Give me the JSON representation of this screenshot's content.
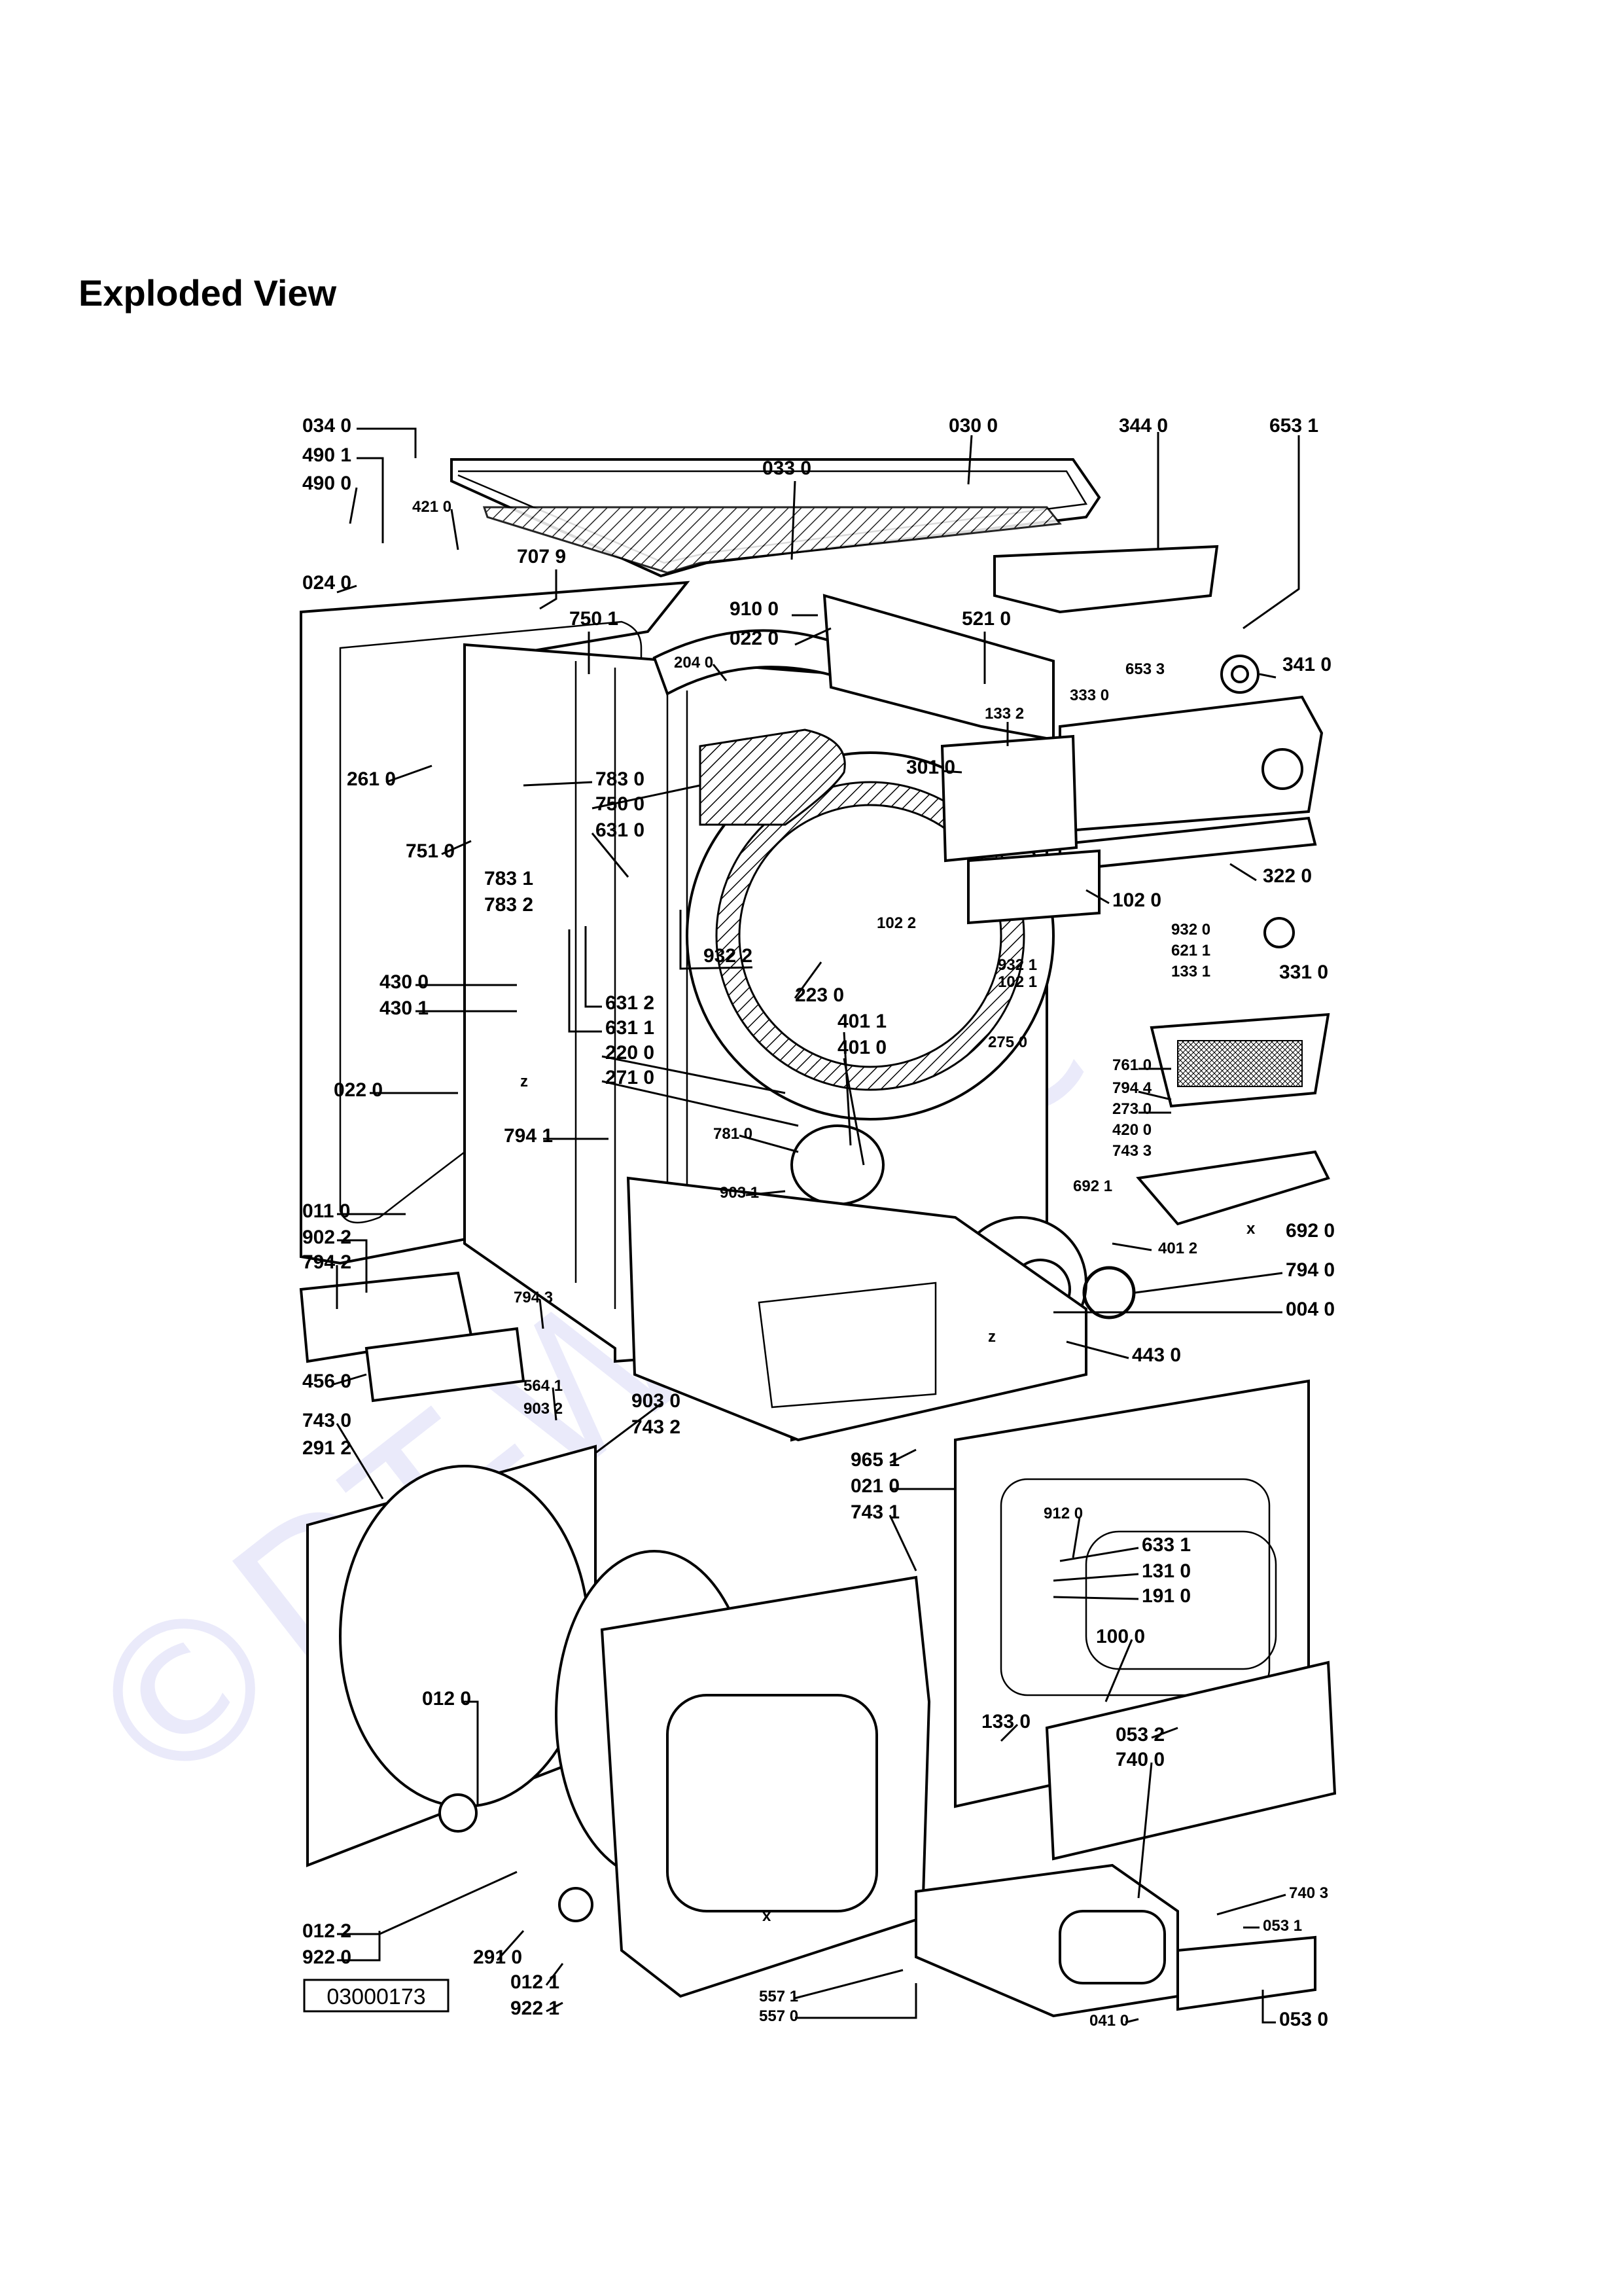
{
  "page": {
    "title": "Exploded View",
    "drawing_number": "03000173",
    "watermark": "©DT-Wichzc"
  },
  "labels": [
    {
      "id": "l0340",
      "text": "034 0"
    },
    {
      "id": "l4901",
      "text": "490 1"
    },
    {
      "id": "l4900",
      "text": "490 0"
    },
    {
      "id": "l4210",
      "text": "421 0"
    },
    {
      "id": "l0240",
      "text": "024 0"
    },
    {
      "id": "l7079",
      "text": "707 9"
    },
    {
      "id": "l0330",
      "text": "033 0"
    },
    {
      "id": "l0300",
      "text": "030 0"
    },
    {
      "id": "l3440",
      "text": "344 0"
    },
    {
      "id": "l6531",
      "text": "653 1"
    },
    {
      "id": "l7501",
      "text": "750 1"
    },
    {
      "id": "l9100",
      "text": "910 0"
    },
    {
      "id": "l0220a",
      "text": "022 0"
    },
    {
      "id": "l5210",
      "text": "521 0"
    },
    {
      "id": "l2040",
      "text": "204 0"
    },
    {
      "id": "l6533",
      "text": "653 3"
    },
    {
      "id": "l3330",
      "text": "333 0"
    },
    {
      "id": "l3410",
      "text": "341 0"
    },
    {
      "id": "l1332",
      "text": "133 2"
    },
    {
      "id": "l2610",
      "text": "261 0"
    },
    {
      "id": "l7830",
      "text": "783 0"
    },
    {
      "id": "l7500",
      "text": "750 0"
    },
    {
      "id": "l3010",
      "text": "301 0"
    },
    {
      "id": "l6310",
      "text": "631 0"
    },
    {
      "id": "l7510",
      "text": "751 0"
    },
    {
      "id": "l7831",
      "text": "783 1"
    },
    {
      "id": "l7832",
      "text": "783 2"
    },
    {
      "id": "l3220",
      "text": "322 0"
    },
    {
      "id": "l1020",
      "text": "102 0"
    },
    {
      "id": "l1022",
      "text": "102 2"
    },
    {
      "id": "l9320",
      "text": "932 0"
    },
    {
      "id": "l6211",
      "text": "621 1"
    },
    {
      "id": "l1331",
      "text": "133 1"
    },
    {
      "id": "l3310",
      "text": "331 0"
    },
    {
      "id": "l9322",
      "text": "932 2"
    },
    {
      "id": "l9321",
      "text": "932 1"
    },
    {
      "id": "l1021",
      "text": "102 1"
    },
    {
      "id": "l4300",
      "text": "430 0"
    },
    {
      "id": "l4301",
      "text": "430 1"
    },
    {
      "id": "l2230",
      "text": "223 0"
    },
    {
      "id": "l6312",
      "text": "631 2"
    },
    {
      "id": "l6311",
      "text": "631 1"
    },
    {
      "id": "l2200",
      "text": "220 0"
    },
    {
      "id": "l2710",
      "text": "271 0"
    },
    {
      "id": "l4011",
      "text": "401 1"
    },
    {
      "id": "l4010",
      "text": "401 0"
    },
    {
      "id": "l2750",
      "text": "275 0"
    },
    {
      "id": "l7610",
      "text": "761 0"
    },
    {
      "id": "l7944",
      "text": "794 4"
    },
    {
      "id": "l2730",
      "text": "273 0"
    },
    {
      "id": "l4200",
      "text": "420 0"
    },
    {
      "id": "l7433",
      "text": "743 3"
    },
    {
      "id": "l0220b",
      "text": "022 0"
    },
    {
      "id": "l7941",
      "text": "794 1"
    },
    {
      "id": "l7810",
      "text": "781 0"
    },
    {
      "id": "l6921",
      "text": "692 1"
    },
    {
      "id": "l9031",
      "text": "903 1"
    },
    {
      "id": "l4012",
      "text": "401 2"
    },
    {
      "id": "l6920",
      "text": "692 0"
    },
    {
      "id": "l7940",
      "text": "794 0"
    },
    {
      "id": "l0040",
      "text": "004 0"
    },
    {
      "id": "l0110",
      "text": "011 0"
    },
    {
      "id": "l9022",
      "text": "902 2"
    },
    {
      "id": "l7942",
      "text": "794 2"
    },
    {
      "id": "l7943",
      "text": "794 3"
    },
    {
      "id": "l4430",
      "text": "443 0"
    },
    {
      "id": "l4560",
      "text": "456 0"
    },
    {
      "id": "l5641",
      "text": "564 1"
    },
    {
      "id": "l9030",
      "text": "903 0"
    },
    {
      "id": "l9032",
      "text": "903 2"
    },
    {
      "id": "l7432",
      "text": "743 2"
    },
    {
      "id": "l7430",
      "text": "743 0"
    },
    {
      "id": "l2912",
      "text": "291 2"
    },
    {
      "id": "l9651",
      "text": "965 1"
    },
    {
      "id": "l0210",
      "text": "021 0"
    },
    {
      "id": "l7431",
      "text": "743 1"
    },
    {
      "id": "l9120",
      "text": "912 0"
    },
    {
      "id": "l6331",
      "text": "633 1"
    },
    {
      "id": "l1310",
      "text": "131 0"
    },
    {
      "id": "l1910",
      "text": "191 0"
    },
    {
      "id": "l1000",
      "text": "100 0"
    },
    {
      "id": "l0120",
      "text": "012 0"
    },
    {
      "id": "l1330",
      "text": "133 0"
    },
    {
      "id": "l0532",
      "text": "053 2"
    },
    {
      "id": "l7400",
      "text": "740 0"
    },
    {
      "id": "l7403",
      "text": "740 3"
    },
    {
      "id": "l0122",
      "text": "012 2"
    },
    {
      "id": "l9220",
      "text": "922 0"
    },
    {
      "id": "l2910",
      "text": "291 0"
    },
    {
      "id": "l0121",
      "text": "012 1"
    },
    {
      "id": "l9221",
      "text": "922 1"
    },
    {
      "id": "l0531",
      "text": "053 1"
    },
    {
      "id": "l5571",
      "text": "557 1"
    },
    {
      "id": "l5570",
      "text": "557 0"
    },
    {
      "id": "l0410",
      "text": "041 0"
    },
    {
      "id": "l0530",
      "text": "053 0"
    },
    {
      "id": "lz1",
      "text": "z"
    },
    {
      "id": "lz2",
      "text": "z"
    },
    {
      "id": "lx1",
      "text": "x"
    },
    {
      "id": "lx2",
      "text": "x"
    }
  ]
}
